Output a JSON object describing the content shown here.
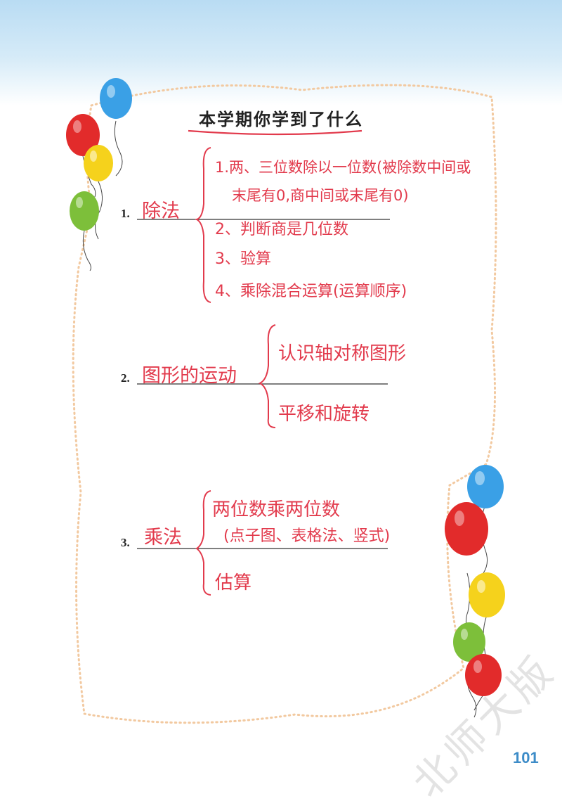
{
  "title": "本学期你学到了什么",
  "page_number": "101",
  "watermark": "北师大版",
  "sections": [
    {
      "number": "1.",
      "topic": "除法",
      "items": [
        "1.两、三位数除以一位数(被除数中间或",
        "末尾有0,商中间或末尾有0)",
        "2、判断商是几位数",
        "3、验算",
        "4、乘除混合运算(运算顺序)"
      ]
    },
    {
      "number": "2.",
      "topic": "图形的运动",
      "items": [
        "认识轴对称图形",
        "平移和旋转"
      ]
    },
    {
      "number": "3.",
      "topic": "乘法",
      "items": [
        "两位数乘两位数",
        "(点子图、表格法、竖式)",
        "估算"
      ]
    }
  ],
  "colors": {
    "handwriting": "#e23a4c",
    "dotted_border": "#f2c9a0",
    "page_number": "#3d8cc8",
    "balloon_blue": "#3aa0e6",
    "balloon_red": "#e22b2b",
    "balloon_yellow": "#f5d21c",
    "balloon_green": "#7dbf3a"
  }
}
